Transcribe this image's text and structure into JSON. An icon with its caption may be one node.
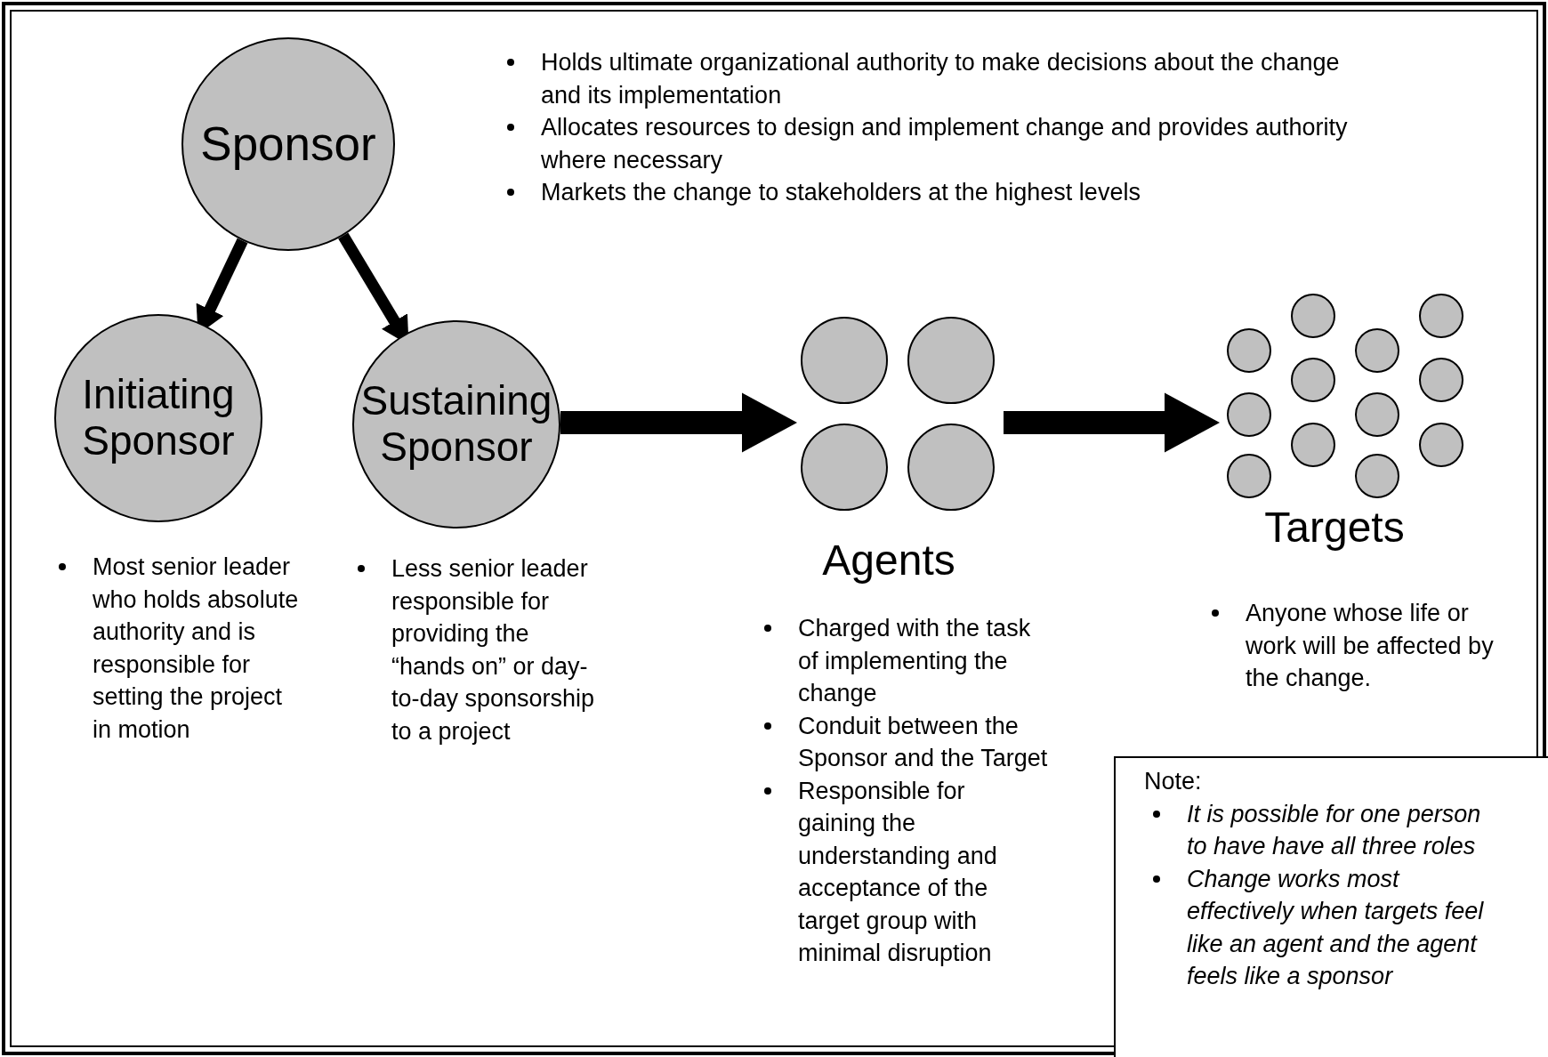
{
  "diagram": {
    "nodes": [
      {
        "text": [
          "Sponsor"
        ],
        "beside": [
          "Holds ultimate organizational authority to make decisions about the change and its implementation",
          "Allocates resources to design and implement change and provides authority where necessary",
          "Markets the change to stakeholders at the highest levels"
        ]
      },
      {
        "text": [
          "Initiating Sponsor"
        ],
        "beside": [
          "Most senior leader who holds absolute authority and is responsible for setting the project in motion"
        ]
      },
      {
        "text": [
          "Sustaining Sponsor"
        ],
        "beside": [
          "Less senior leader responsible for providing the “hands on” or day-to-day sponsorship to a project"
        ]
      },
      {
        "text": [
          "Agents"
        ],
        "beside": [
          "Charged with the task of implementing the change",
          "Conduit between the Sponsor and the Target",
          "Responsible for gaining the understanding and acceptance of the target group with minimal disruption"
        ]
      },
      {
        "text": [],
        "shape": "circle",
        "in": 3
      },
      {
        "text": [],
        "shape": "circle",
        "in": 3
      },
      {
        "text": [],
        "shape": "circle",
        "in": 3
      },
      {
        "text": [],
        "shape": "circle",
        "in": 3
      },
      {
        "text": [
          "Targets"
        ],
        "beside": [
          "Anyone whose life or work will be affected by the change."
        ]
      },
      {
        "text": [],
        "shape": "circle",
        "in": 8
      },
      {
        "text": [],
        "shape": "circle",
        "in": 8
      },
      {
        "text": [],
        "shape": "circle",
        "in": 8
      },
      {
        "text": [],
        "shape": "circle",
        "in": 8
      },
      {
        "text": [],
        "shape": "circle",
        "in": 8
      },
      {
        "text": [],
        "shape": "circle",
        "in": 8
      },
      {
        "text": [],
        "shape": "circle",
        "in": 8
      },
      {
        "text": [],
        "shape": "circle",
        "in": 8
      },
      {
        "text": [],
        "shape": "circle",
        "in": 8
      },
      {
        "text": [],
        "shape": "circle",
        "in": 8
      },
      {
        "text": [],
        "shape": "circle",
        "in": 8
      },
      {
        "text": [],
        "shape": "circle",
        "in": 8
      },
      {
        "text": [
          "Note:",
          "It is possible for one person to have have all three roles",
          "Change works most effectively when targets feel like an agent and the agent feels like a sponsor"
        ]
      }
    ],
    "edges": [
      {
        "from": 0,
        "to": 1,
        "arrow": "to"
      },
      {
        "from": 0,
        "to": 2,
        "arrow": "to"
      },
      {
        "from": 2,
        "to": 3,
        "arrow": "to",
        "style": "thick"
      },
      {
        "from": 3,
        "to": 8,
        "arrow": "to",
        "style": "thick"
      }
    ]
  }
}
